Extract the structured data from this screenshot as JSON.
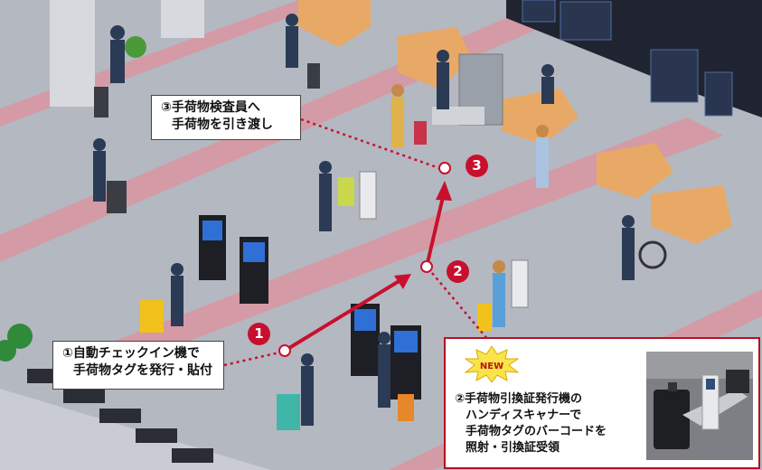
{
  "callouts": {
    "step1": {
      "line1": "①自動チェックイン機で",
      "line2": "手荷物タグを発行・貼付"
    },
    "step3": {
      "line1": "③手荷物検査員へ",
      "line2": "手荷物を引き渡し"
    }
  },
  "markers": {
    "one": "1",
    "two": "2",
    "three": "3"
  },
  "info_box": {
    "badge": "NEW",
    "line1": "②手荷物引換証発行機の",
    "line2": "ハンディスキャナーで",
    "line3": "手荷物タグのバーコードを",
    "line4": "照射・引換証受領"
  },
  "colors": {
    "route": "#c8102e",
    "floor_stripe": "#d59aa4",
    "counter": "#e8a966",
    "kiosk": "#1d1f24",
    "screen": "#2f6fd6"
  }
}
